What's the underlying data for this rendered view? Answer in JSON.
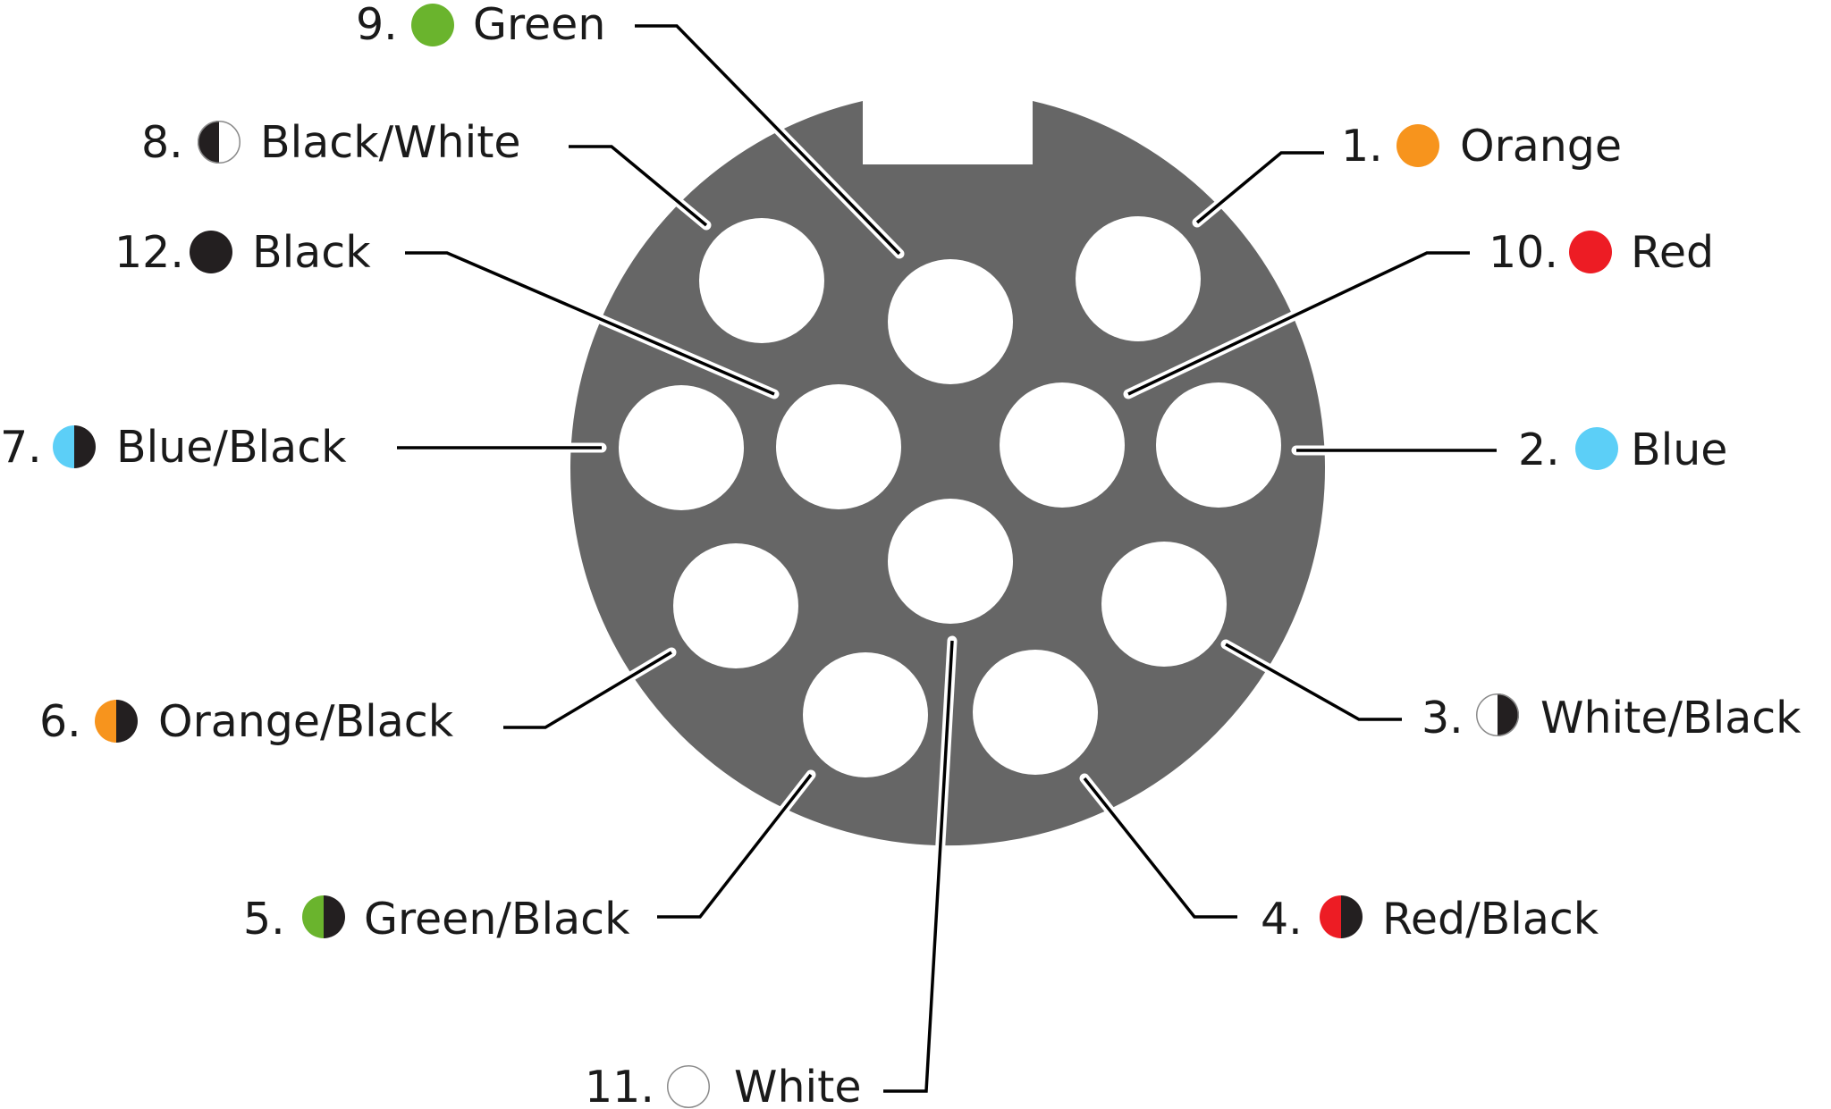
{
  "colors": {
    "connector_body": "#666666",
    "socket_hole": "#ffffff",
    "leader_line": "#000000",
    "orange": "#f7941d",
    "blue": "#5ccff7",
    "green": "#6ab42d",
    "red": "#ed1c24",
    "black": "#231f20",
    "white": "#ffffff",
    "outline": "#8a8a8a"
  },
  "pins": [
    {
      "id": "1",
      "number": "1.",
      "color_name": "Orange",
      "swatch": [
        "#f7941d",
        "#f7941d"
      ]
    },
    {
      "id": "2",
      "number": "2.",
      "color_name": "Blue",
      "swatch": [
        "#5ccff7",
        "#5ccff7"
      ]
    },
    {
      "id": "3",
      "number": "3.",
      "color_name": "White/Black",
      "swatch": [
        "#ffffff",
        "#231f20"
      ]
    },
    {
      "id": "4",
      "number": "4.",
      "color_name": "Red/Black",
      "swatch": [
        "#ed1c24",
        "#231f20"
      ]
    },
    {
      "id": "5",
      "number": "5.",
      "color_name": "Green/Black",
      "swatch": [
        "#6ab42d",
        "#231f20"
      ]
    },
    {
      "id": "6",
      "number": "6.",
      "color_name": "Orange/Black",
      "swatch": [
        "#f7941d",
        "#231f20"
      ]
    },
    {
      "id": "7",
      "number": "7.",
      "color_name": "Blue/Black",
      "swatch": [
        "#5ccff7",
        "#231f20"
      ]
    },
    {
      "id": "8",
      "number": "8.",
      "color_name": "Black/White",
      "swatch": [
        "#231f20",
        "#ffffff"
      ]
    },
    {
      "id": "9",
      "number": "9.",
      "color_name": "Green",
      "swatch": [
        "#6ab42d",
        "#6ab42d"
      ]
    },
    {
      "id": "10",
      "number": "10.",
      "color_name": "Red",
      "swatch": [
        "#ed1c24",
        "#ed1c24"
      ]
    },
    {
      "id": "11",
      "number": "11.",
      "color_name": "White",
      "swatch": [
        "#ffffff",
        "#ffffff"
      ]
    },
    {
      "id": "12",
      "number": "12.",
      "color_name": "Black",
      "swatch": [
        "#231f20",
        "#231f20"
      ]
    }
  ]
}
